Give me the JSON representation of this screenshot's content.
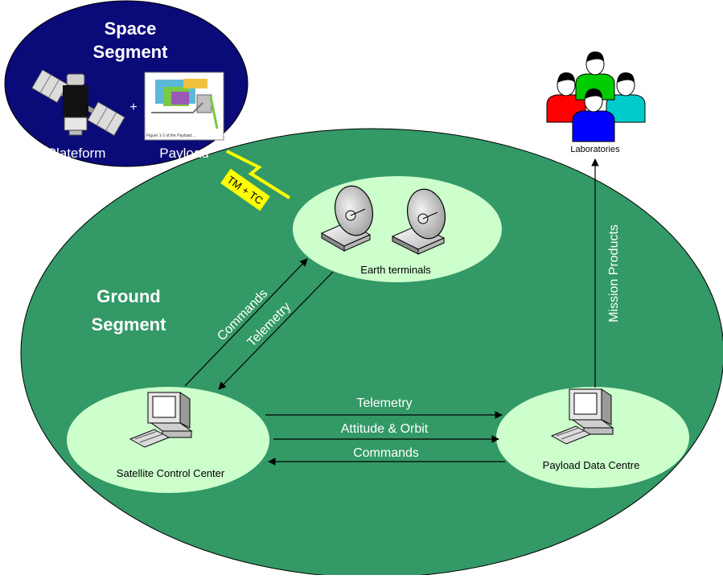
{
  "space_segment": {
    "title_line1": "Space",
    "title_line2": "Segment",
    "platform_label": "Plateform",
    "payload_label": "Payload",
    "plus_sign": "+",
    "payload_caption": "Figure 1-2 of the Payload ..."
  },
  "link_badge": {
    "label": "TM + TC"
  },
  "ground_segment": {
    "title_line1": "Ground",
    "title_line2": "Segment"
  },
  "nodes": {
    "earth_terminals": "Earth terminals",
    "satellite_control_center": "Satellite Control Center",
    "payload_data_centre": "Payload Data Centre",
    "laboratories": "Laboratories"
  },
  "edges": {
    "commands_up": "Commands",
    "telemetry_down": "Telemetry",
    "telemetry_h": "Telemetry",
    "attitude_orbit": "Attitude & Orbit",
    "commands_back": "Commands",
    "mission_products": "Mission Products"
  },
  "colors": {
    "space_fill": "#0a0a78",
    "ground_fill": "#339966",
    "node_fill": "#ccffcc",
    "badge_fill": "#ffff00",
    "person_colors": [
      "#ff0000",
      "#00cc00",
      "#0000ff",
      "#00cccc",
      "#000000"
    ]
  }
}
